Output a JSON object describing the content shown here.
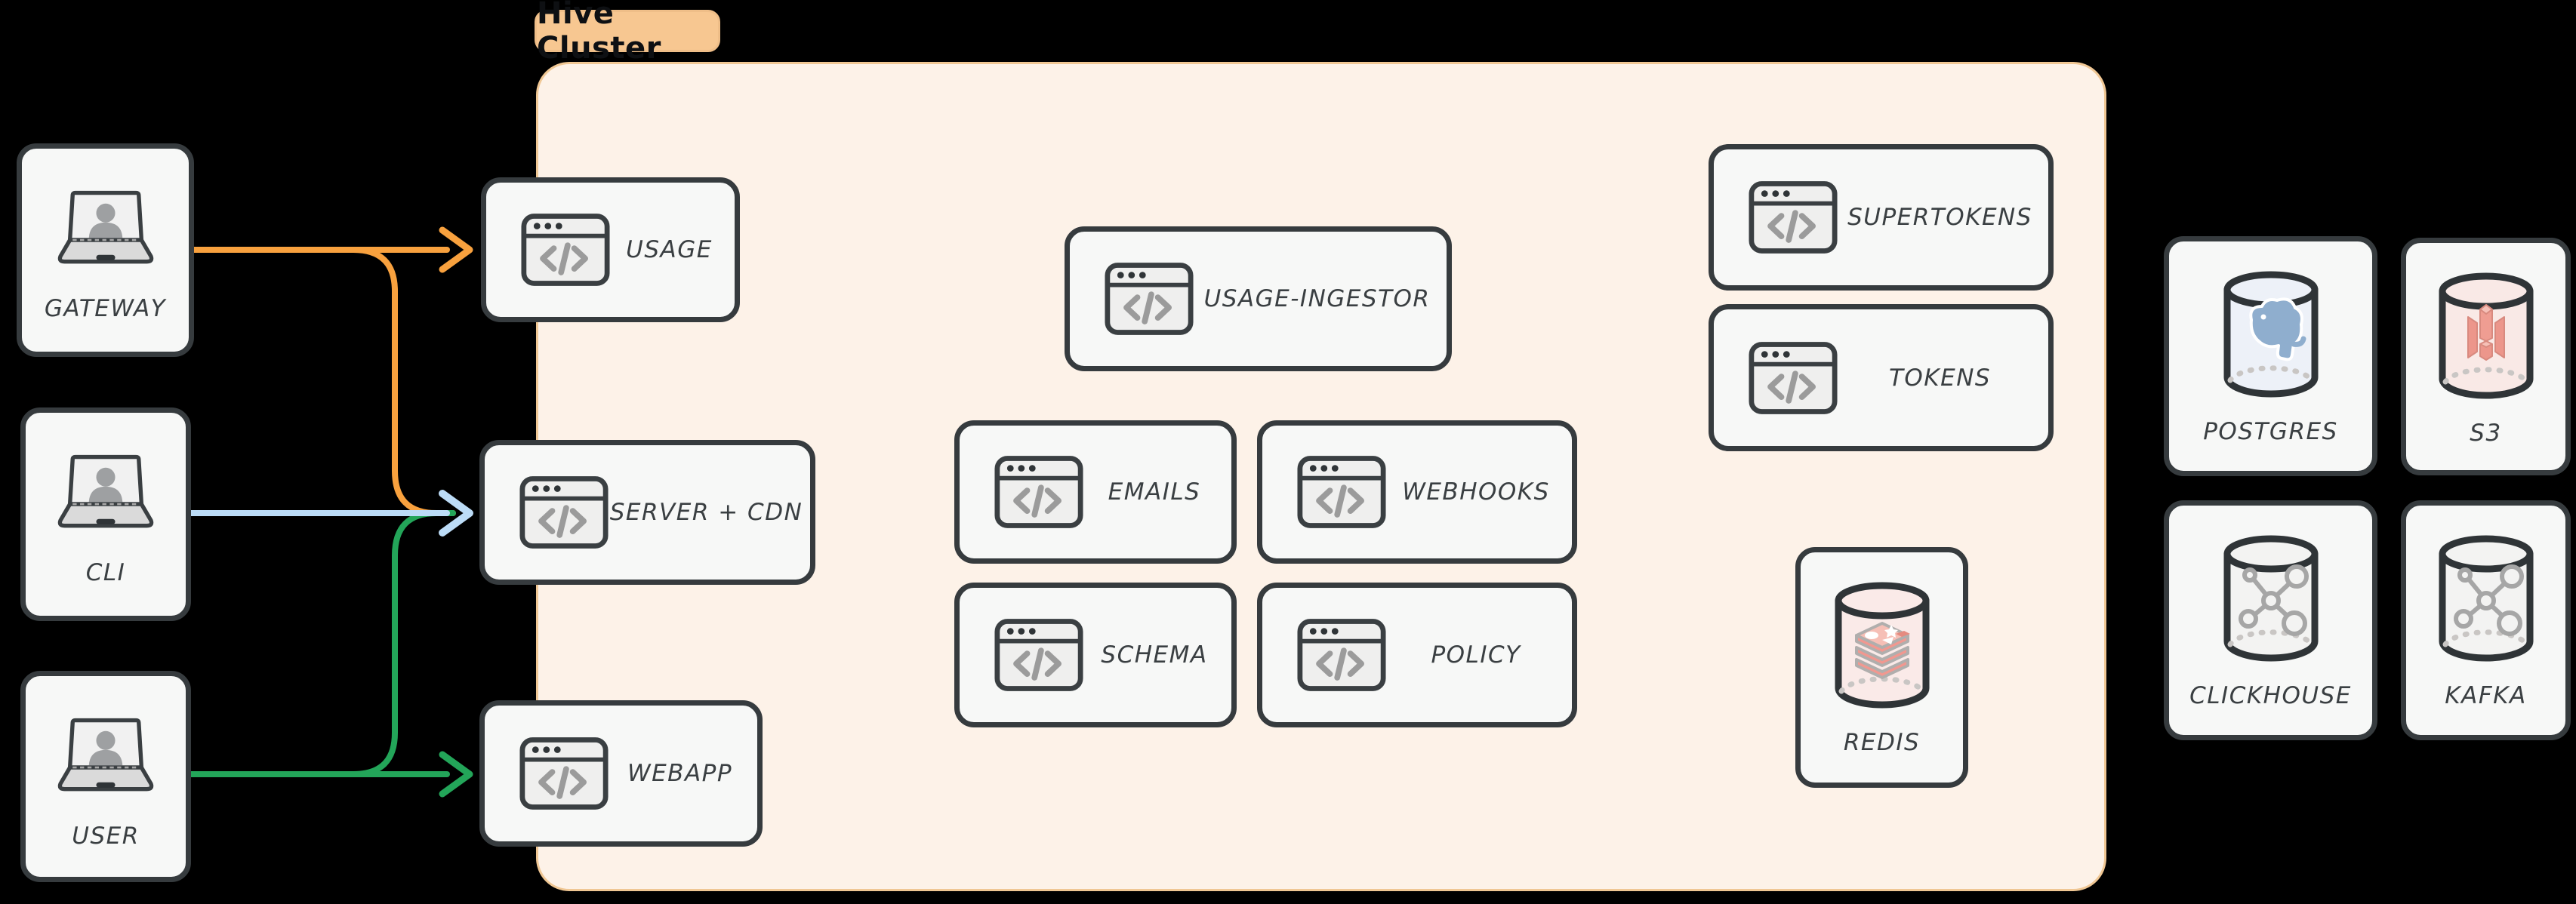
{
  "badge": {
    "label": "Hive Cluster"
  },
  "clients": {
    "gateway": "GATEWAY",
    "cli": "CLI",
    "user": "USER"
  },
  "services": {
    "usage": "USAGE",
    "server_cdn": "SERVER + CDN",
    "webapp": "WEBAPP",
    "usage_ingestor": "USAGE-INGESTOR",
    "emails": "EMAILS",
    "webhooks": "WEBHOOKS",
    "schema": "SCHEMA",
    "policy": "POLICY",
    "supertokens": "SUPERTOKENS",
    "tokens": "TOKENS"
  },
  "datastores": {
    "redis": "REDIS",
    "postgres": "POSTGRES",
    "s3": "S3",
    "clickhouse": "CLICKHOUSE",
    "kafka": "KAFKA"
  },
  "colors": {
    "background": "#000000",
    "cluster_bg": "#FDF2E8",
    "cluster_border": "#F0C794",
    "badge_bg": "#F7C791",
    "badge_border": "#EFBE88",
    "node_bg": "#F7F8F7",
    "node_border": "#363B3E",
    "label_text": "#3A3F42",
    "arrow_gateway": "#F8A13E",
    "arrow_cli": "#BCDCF7",
    "arrow_user": "#23A559"
  }
}
